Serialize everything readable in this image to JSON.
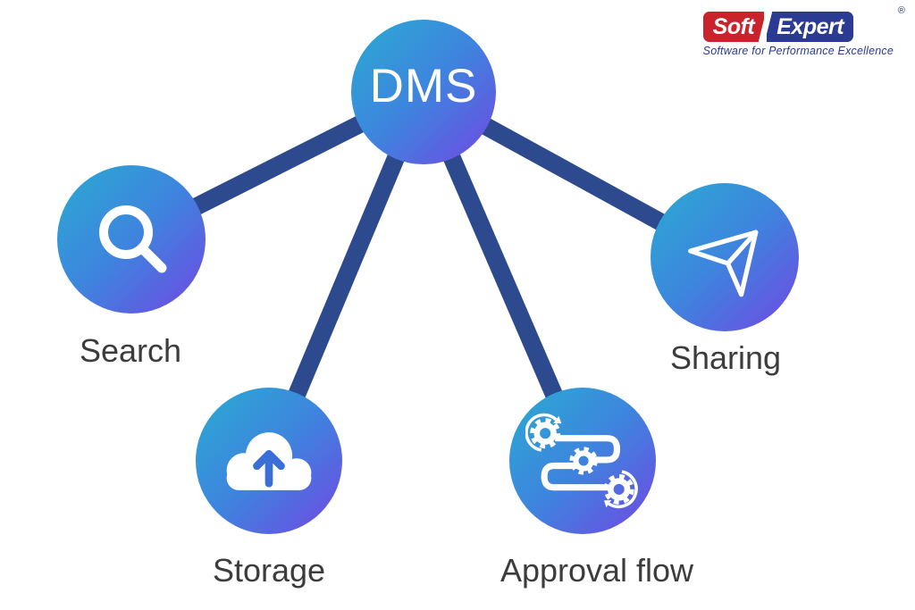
{
  "logo": {
    "brand_soft": "Soft",
    "brand_expert": "Expert",
    "registered_mark": "®",
    "tagline": "Software for Performance Excellence"
  },
  "diagram": {
    "title_node": "DMS",
    "nodes": [
      {
        "id": "search",
        "label": "Search",
        "icon": "magnifier-icon"
      },
      {
        "id": "storage",
        "label": "Storage",
        "icon": "cloud-upload-icon"
      },
      {
        "id": "approval-flow",
        "label": "Approval flow",
        "icon": "workflow-gears-icon"
      },
      {
        "id": "sharing",
        "label": "Sharing",
        "icon": "paper-plane-icon"
      }
    ],
    "colors": {
      "node_gradient_start": "#2aabd2",
      "node_gradient_mid": "#3e84de",
      "node_gradient_end": "#7147e3",
      "connector": "#2e4a8f",
      "label_text": "#3c3c3c",
      "logo_red": "#c9242b",
      "logo_blue": "#2b3a92",
      "cloud_arrow_blue": "#3a6fd8"
    }
  }
}
